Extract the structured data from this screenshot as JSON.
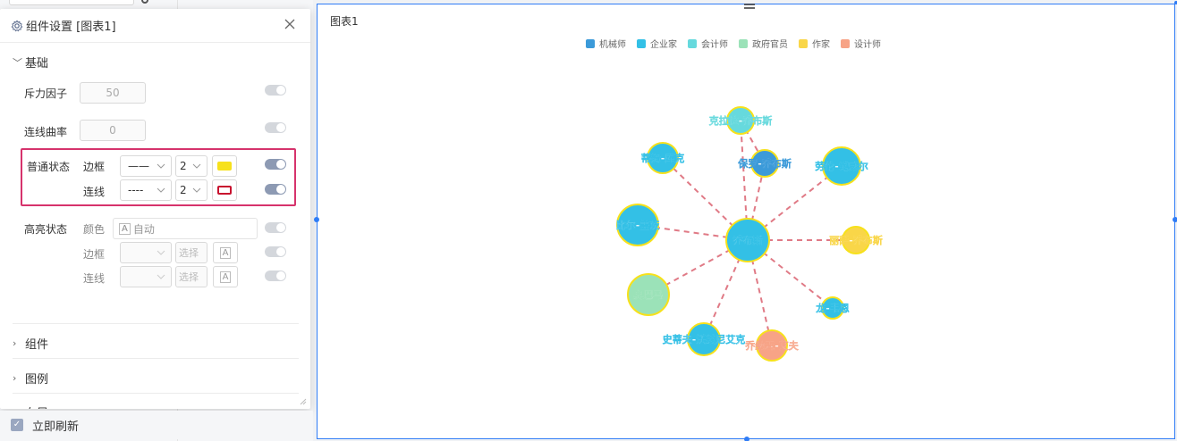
{
  "panel": {
    "title": "组件设置 [图表1]",
    "basic_section": "基础",
    "repulsion": {
      "label": "斥力因子",
      "value": "50"
    },
    "curvature": {
      "label": "连线曲率",
      "value": "0"
    },
    "normal_state": {
      "label": "普通状态",
      "border": {
        "label": "边框",
        "line_style": "——",
        "width": "2",
        "color": "#f7e11b"
      },
      "link": {
        "label": "连线",
        "line_style": "----",
        "width": "2",
        "color": "#c8102e"
      }
    },
    "highlight_state": {
      "label": "高亮状态",
      "color": {
        "label": "颜色",
        "value": "自动"
      },
      "border": {
        "label": "边框",
        "placeholder": "选择"
      },
      "link": {
        "label": "连线",
        "placeholder": "选择"
      }
    },
    "sections": [
      "组件",
      "图例",
      "布局"
    ],
    "refresh_label": "立即刷新"
  },
  "chart_data": {
    "type": "graph",
    "title": "图表1",
    "legend": [
      {
        "name": "机械师",
        "color": "#3b9ad9"
      },
      {
        "name": "企业家",
        "color": "#33c0e6"
      },
      {
        "name": "会计师",
        "color": "#66d9dd"
      },
      {
        "name": "政府官员",
        "color": "#9be2b8"
      },
      {
        "name": "作家",
        "color": "#f9d648"
      },
      {
        "name": "设计师",
        "color": "#f7a386"
      }
    ],
    "nodes": [
      {
        "name": "乔布斯",
        "category": "企业家"
      },
      {
        "name": "克拉拉-乔布斯",
        "category": "会计师"
      },
      {
        "name": "保罗-乔布斯",
        "category": "机械师"
      },
      {
        "name": "蒂姆-库克",
        "category": "企业家"
      },
      {
        "name": "劳伦-鲍威尔",
        "category": "企业家"
      },
      {
        "name": "比尔-盖茨",
        "category": "企业家"
      },
      {
        "name": "丽萨-乔布斯",
        "category": "作家"
      },
      {
        "name": "奥巴马",
        "category": "政府官员"
      },
      {
        "name": "龙-韦恩",
        "category": "企业家"
      },
      {
        "name": "史蒂夫-沃兹尼艾克",
        "category": "企业家"
      },
      {
        "name": "乔纳森-艾夫",
        "category": "设计师"
      }
    ],
    "links": [
      [
        "乔布斯",
        "克拉拉-乔布斯"
      ],
      [
        "乔布斯",
        "保罗-乔布斯"
      ],
      [
        "乔布斯",
        "蒂姆-库克"
      ],
      [
        "乔布斯",
        "劳伦-鲍威尔"
      ],
      [
        "乔布斯",
        "比尔-盖茨"
      ],
      [
        "乔布斯",
        "丽萨-乔布斯"
      ],
      [
        "乔布斯",
        "奥巴马"
      ],
      [
        "乔布斯",
        "龙-韦恩"
      ],
      [
        "乔布斯",
        "史蒂夫-沃兹尼艾克"
      ],
      [
        "乔布斯",
        "乔纳森-艾夫"
      ],
      [
        "克拉拉-乔布斯",
        "保罗-乔布斯"
      ]
    ],
    "node_border_color": "#f7e11b",
    "link_color": "#e07a86"
  }
}
